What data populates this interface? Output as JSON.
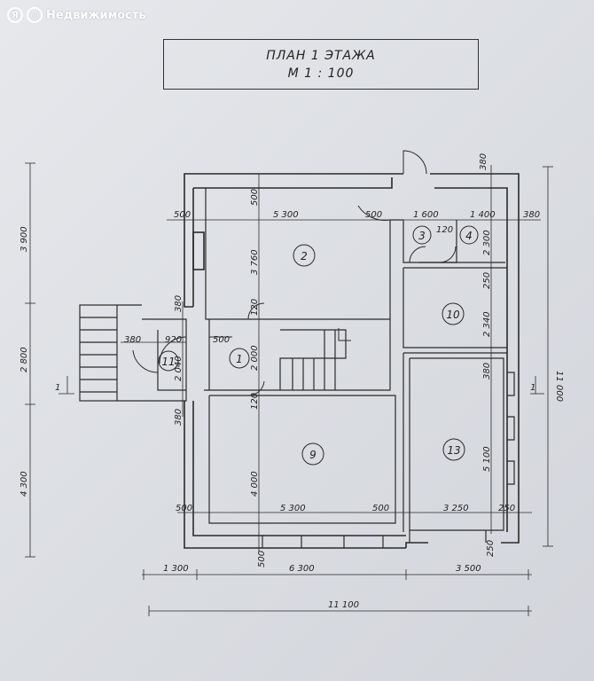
{
  "watermark": {
    "logo": "Я",
    "text": "Недвижимость"
  },
  "title": {
    "line1": "ПЛАН 1 ЭТАЖА",
    "line2": "М 1 : 100"
  },
  "rooms": [
    "2",
    "3",
    "4",
    "10",
    "1",
    "11",
    "9",
    "13"
  ],
  "section_marks": [
    "1",
    "1"
  ],
  "dims_top": [
    "500",
    "5 300",
    "500",
    "1 600",
    "1 400",
    "380",
    "380",
    "500",
    "120"
  ],
  "dims_left": [
    "3 900",
    "2 800",
    "4 300"
  ],
  "dims_left_small": [
    "380",
    "920",
    "500",
    "380",
    "2 040",
    "380"
  ],
  "dims_inner": [
    "3 760",
    "120",
    "2 000",
    "120",
    "4 000",
    "2 300",
    "250",
    "2 340",
    "380",
    "5 100",
    "11 000"
  ],
  "dims_bottom_row1": [
    "500",
    "5 300",
    "500",
    "3 250",
    "250",
    "500",
    "250"
  ],
  "dims_bottom_row2": [
    "1 300",
    "6 300",
    "3 500"
  ],
  "dims_bottom_row3": [
    "11 100"
  ]
}
